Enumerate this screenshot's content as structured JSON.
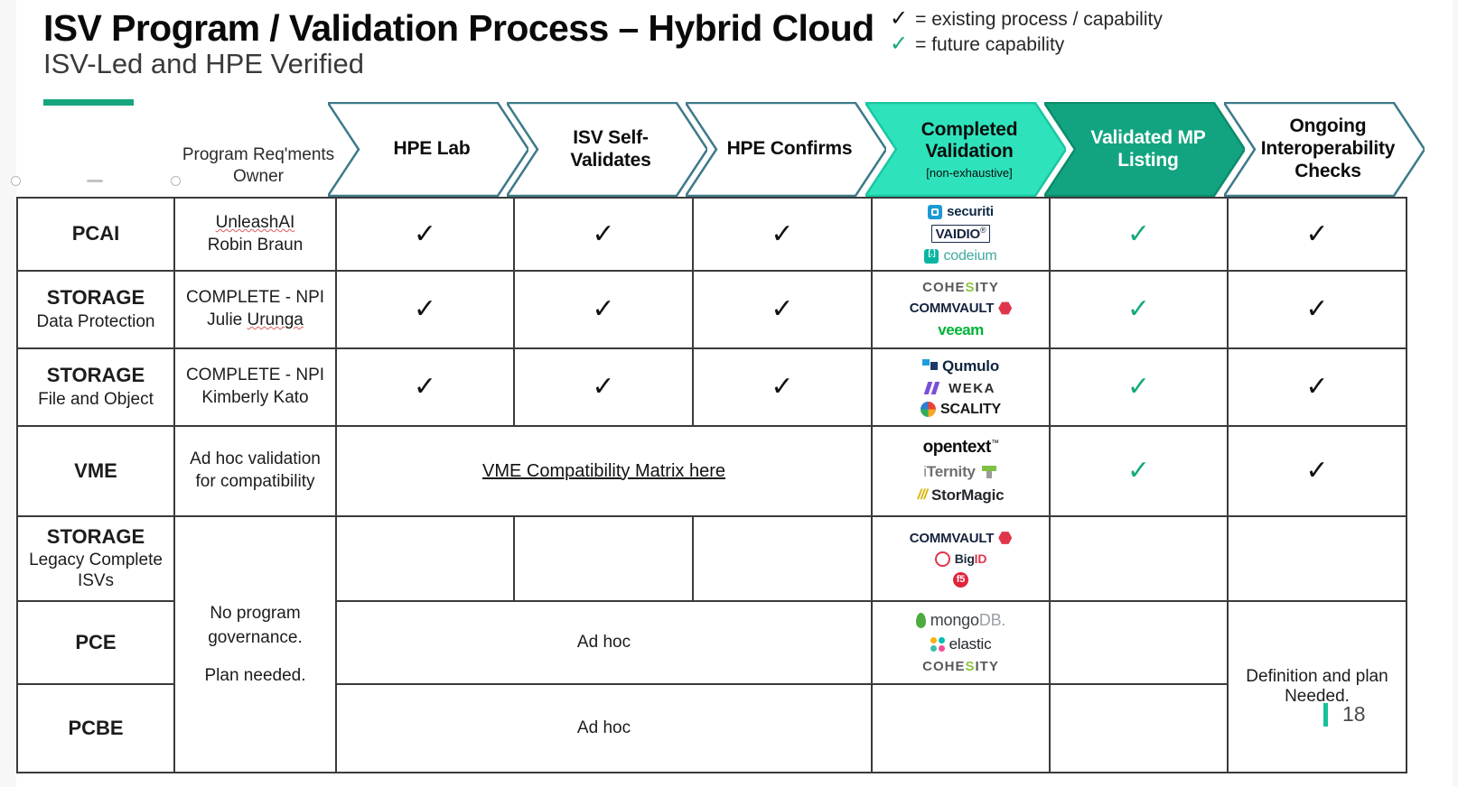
{
  "slide": {
    "title": "ISV Program / Validation Process – Hybrid Cloud",
    "subtitle": "ISV-Led and HPE Verified",
    "slide_number": "18",
    "accent_color": "#16a57f"
  },
  "legend": {
    "items": [
      {
        "mark": "✓",
        "color": "#111111",
        "text": "= existing process / capability"
      },
      {
        "mark": "✓",
        "color": "#17a87f",
        "text": "= future capability"
      }
    ]
  },
  "owner_header": "Program Req'ments\nOwner",
  "stages": [
    {
      "label": "HPE Lab",
      "sub": "",
      "style": "white",
      "fill": "#ffffff",
      "stroke": "#3d7a8a",
      "text_color": "#0d0d0d"
    },
    {
      "label": "ISV Self-\nValidates",
      "sub": "",
      "style": "white",
      "fill": "#ffffff",
      "stroke": "#3d7a8a",
      "text_color": "#0d0d0d"
    },
    {
      "label": "HPE Confirms",
      "sub": "",
      "style": "white",
      "fill": "#ffffff",
      "stroke": "#3d7a8a",
      "text_color": "#0d0d0d"
    },
    {
      "label": "Completed\nValidation",
      "sub": "[non-exhaustive]",
      "style": "mint",
      "fill": "#2ee3bb",
      "stroke": "#19c7a2",
      "text_color": "#0d0d0d"
    },
    {
      "label": "Validated MP\nListing",
      "sub": "",
      "style": "dark",
      "fill": "#12a480",
      "stroke": "#0c8c6c",
      "text_color": "#ffffff"
    },
    {
      "label": "Ongoing\nInteroperability\nChecks",
      "sub": "",
      "style": "white",
      "fill": "#ffffff",
      "stroke": "#3d7a8a",
      "text_color": "#0d0d0d"
    }
  ],
  "rows": [
    {
      "category": "PCAI",
      "category_sub": "",
      "owner": "UnleashAI\nRobin Braun",
      "owner_spellcheck": [
        "UnleashAI"
      ],
      "hpe_lab": "✓",
      "isv_self": "✓",
      "hpe_confirms": "✓",
      "logos": [
        {
          "name": "securiti",
          "text": "securiti",
          "icon": "securiti-icon"
        },
        {
          "name": "vaidio",
          "text": "VAIDIO",
          "icon": "vaidio-box"
        },
        {
          "name": "codeium",
          "text": "codeium",
          "icon": "codeium-icon"
        }
      ],
      "validated_mp": "✓",
      "ongoing": "✓"
    },
    {
      "category": "STORAGE",
      "category_sub": "Data Protection",
      "owner": "COMPLETE - NPI\nJulie Urunga",
      "owner_spellcheck": [
        "Urunga"
      ],
      "hpe_lab": "✓",
      "isv_self": "✓",
      "hpe_confirms": "✓",
      "logos": [
        {
          "name": "cohesity",
          "text": "COHESITY",
          "icon": "none"
        },
        {
          "name": "commvault",
          "text": "COMMVAULT",
          "icon": "commvault-hex"
        },
        {
          "name": "veeam",
          "text": "veeam",
          "icon": "none"
        }
      ],
      "validated_mp": "✓",
      "ongoing": "✓"
    },
    {
      "category": "STORAGE",
      "category_sub": "File and Object",
      "owner": "COMPLETE - NPI\nKimberly Kato",
      "owner_spellcheck": [],
      "hpe_lab": "✓",
      "isv_self": "✓",
      "hpe_confirms": "✓",
      "logos": [
        {
          "name": "qumulo",
          "text": "Qumulo",
          "icon": "qumulo-icon"
        },
        {
          "name": "weka",
          "text": "WEKA",
          "icon": "weka-icon"
        },
        {
          "name": "scality",
          "text": "SCALITY",
          "icon": "scality-icon"
        }
      ],
      "validated_mp": "✓",
      "ongoing": "✓"
    },
    {
      "category": "VME",
      "category_sub": "",
      "owner": "Ad hoc validation\nfor compatibility",
      "owner_spellcheck": [],
      "merged_link": "VME Compatibility Matrix here",
      "logos": [
        {
          "name": "opentext",
          "text": "opentext",
          "icon": "none"
        },
        {
          "name": "iternity",
          "text": "iTernity",
          "icon": "iternity-icon"
        },
        {
          "name": "stormagic",
          "text": "StorMagic",
          "icon": "stormagic-icon"
        }
      ],
      "validated_mp": "✓",
      "ongoing": "✓"
    },
    {
      "category": "STORAGE",
      "category_sub": "Legacy Complete\nISVs",
      "owner": "",
      "hpe_lab": "",
      "isv_self": "",
      "hpe_confirms": "",
      "logos": [
        {
          "name": "commvault",
          "text": "COMMVAULT",
          "icon": "commvault-hex"
        },
        {
          "name": "bigid",
          "text": "BigID",
          "icon": "bigid-icon"
        },
        {
          "name": "f5",
          "text": "",
          "icon": "f5-icon"
        }
      ],
      "validated_mp": "",
      "ongoing": ""
    },
    {
      "category": "PCE",
      "category_sub": "",
      "merged_text": "Ad hoc",
      "logos": [
        {
          "name": "mongodb",
          "text": "mongoDB",
          "icon": "mongo-leaf"
        },
        {
          "name": "elastic",
          "text": "elastic",
          "icon": "elastic-icon"
        },
        {
          "name": "cohesity",
          "text": "COHESITY",
          "icon": "none"
        }
      ],
      "validated_mp": "",
      "ongoing": ""
    },
    {
      "category": "PCBE",
      "category_sub": "",
      "merged_text": "Ad hoc",
      "logos": [],
      "validated_mp": "",
      "ongoing": ""
    }
  ],
  "governance_note": {
    "line1": "No program",
    "line2": "governance.",
    "line3": "Plan needed."
  },
  "ongoing_note": "Definition and plan\nNeeded."
}
